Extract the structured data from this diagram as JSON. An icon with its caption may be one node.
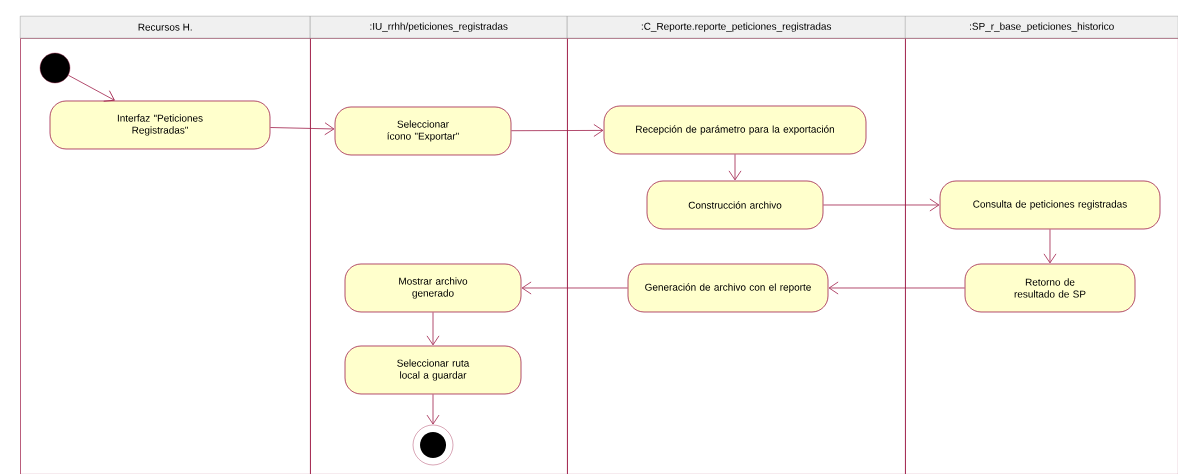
{
  "diagram": {
    "nodes": [
      {
        "text": [
          "Recursos H."
        ]
      },
      {
        "text": [
          ":IU_rrhh/peticiones_registradas"
        ]
      },
      {
        "text": [
          ":C_Reporte.reporte_peticiones_registradas"
        ]
      },
      {
        "text": [
          ":SP_r_base_peticiones_historico"
        ]
      },
      {
        "text": [],
        "shape": "circle",
        "in": 0
      },
      {
        "text": [
          "Interfaz \"Peticiones Registradas\""
        ],
        "in": 0
      },
      {
        "text": [
          "Seleccionar ícono \"Exportar\""
        ],
        "in": 1
      },
      {
        "text": [
          "Recepción de parámetro para la exportación"
        ],
        "in": 2
      },
      {
        "text": [
          "Construcción archivo"
        ],
        "in": 2
      },
      {
        "text": [
          "Consulta de peticiones registradas"
        ],
        "in": 3
      },
      {
        "text": [
          "Retorno de resultado de SP"
        ],
        "in": 3
      },
      {
        "text": [
          "Generación de archivo con el reporte"
        ],
        "in": 2
      },
      {
        "text": [
          "Mostrar archivo generado"
        ],
        "in": 1
      },
      {
        "text": [
          "Seleccionar ruta local a guardar"
        ],
        "in": 1
      },
      {
        "text": [],
        "shape": "circle",
        "in": 1
      }
    ],
    "edges": [
      {
        "from": 4,
        "to": 5,
        "arrow": "to"
      },
      {
        "from": 5,
        "to": 6,
        "arrow": "to"
      },
      {
        "from": 6,
        "to": 7,
        "arrow": "to"
      },
      {
        "from": 7,
        "to": 8,
        "arrow": "to"
      },
      {
        "from": 8,
        "to": 9,
        "arrow": "to"
      },
      {
        "from": 9,
        "to": 10,
        "arrow": "to"
      },
      {
        "from": 10,
        "to": 11,
        "arrow": "to"
      },
      {
        "from": 11,
        "to": 12,
        "arrow": "to"
      },
      {
        "from": 12,
        "to": 13,
        "arrow": "to"
      },
      {
        "from": 13,
        "to": 14,
        "arrow": "to"
      }
    ]
  }
}
